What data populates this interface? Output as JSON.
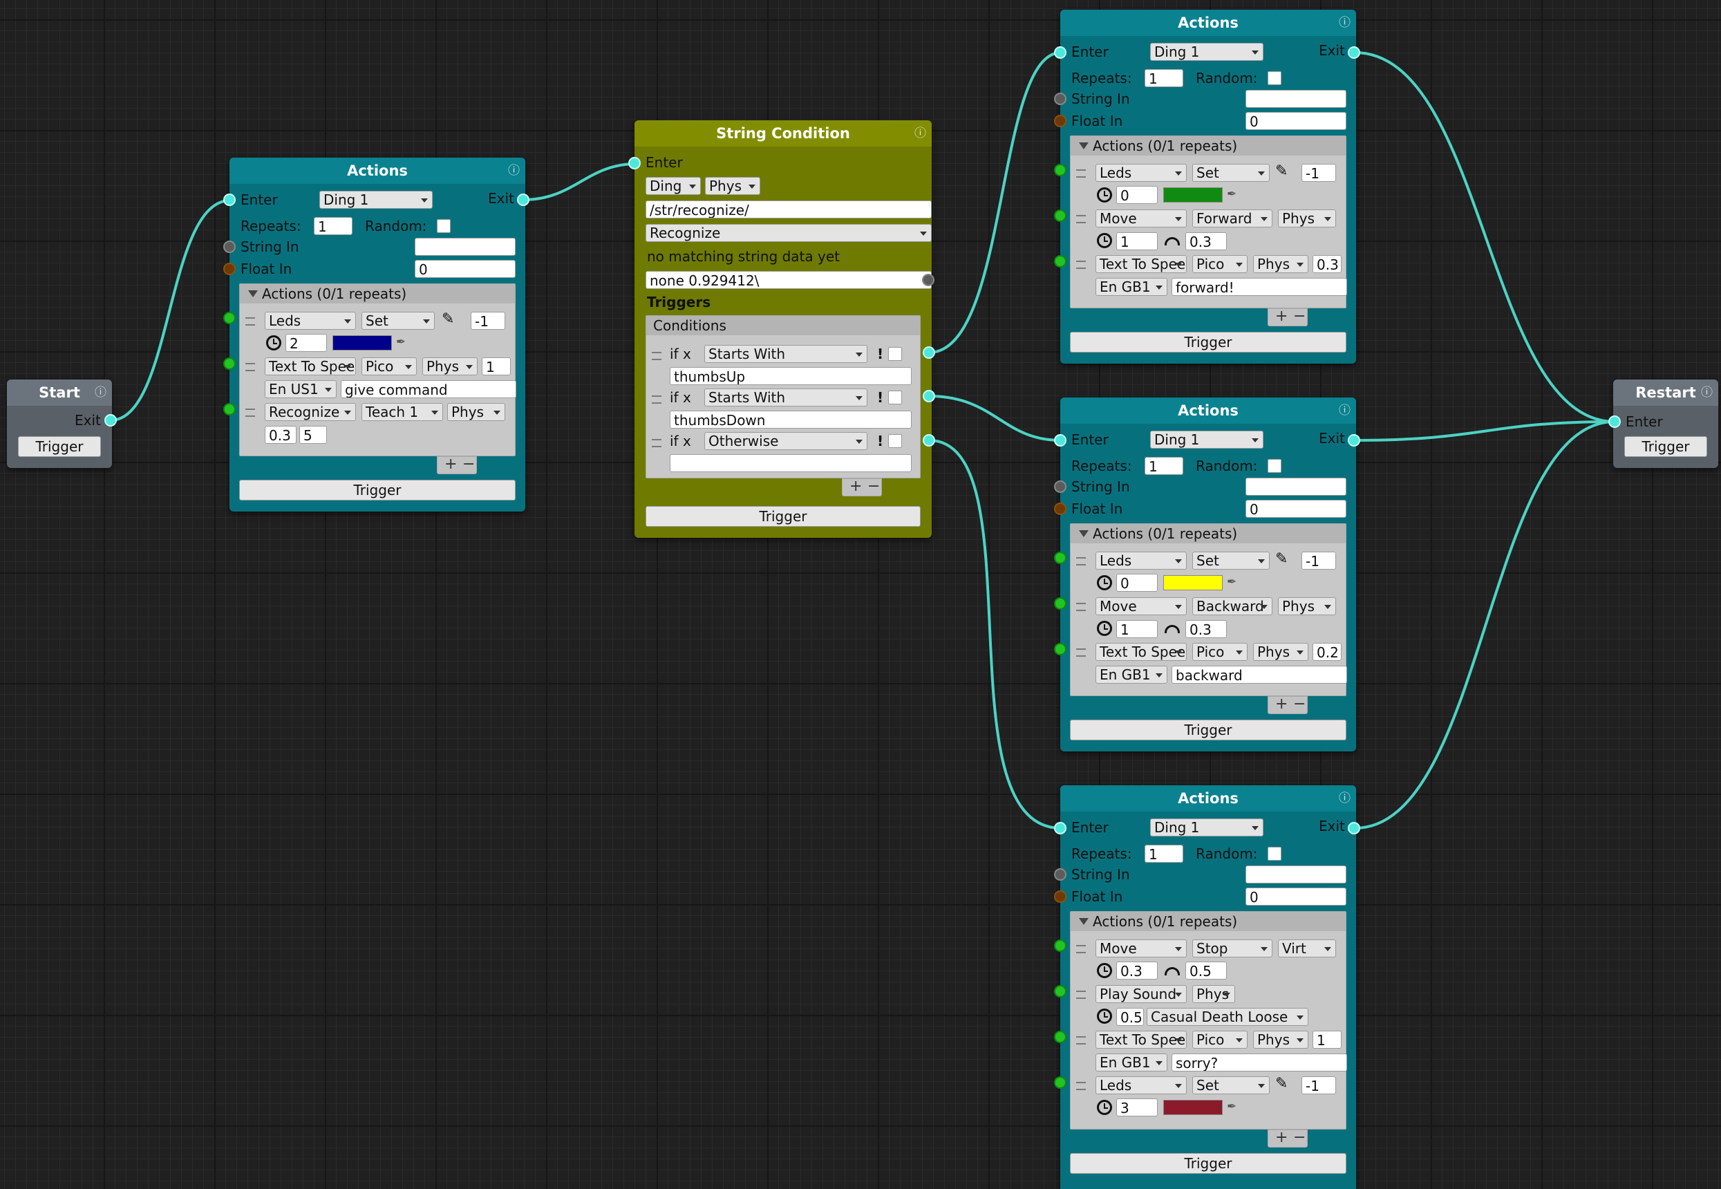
{
  "colors": {
    "flow_port": "#4de8dc",
    "wire": "#4cd3c5",
    "teal_node": "#06717d",
    "olive_node": "#6f7a00",
    "gray_node": "#596068"
  },
  "icons": [
    "info-icon",
    "clock-icon",
    "gauge-icon",
    "eyedropper-icon",
    "color-picker-icon"
  ],
  "start": {
    "title": "Start",
    "exit": "Exit",
    "trigger": "Trigger"
  },
  "restart": {
    "title": "Restart",
    "enter": "Enter",
    "trigger": "Trigger"
  },
  "common": {
    "info": "ⓘ",
    "enter": "Enter",
    "exit": "Exit",
    "repeats": "Repeats:",
    "random": "Random:",
    "string_in": "String In",
    "float_in": "Float In",
    "trigger": "Trigger",
    "plus": "+",
    "minus": "−",
    "eyedropper": "✎",
    "picker": "✒"
  },
  "actions1": {
    "title": "Actions",
    "sound": "Ding 1",
    "repeats": "1",
    "string_in": "",
    "float_in": "0",
    "list_header": "Actions (0/1 repeats)",
    "a1": {
      "type": "Leds",
      "mode": "Set",
      "value": "-1",
      "time": "2",
      "color": "#00008b"
    },
    "a2": {
      "type": "Text To Speech",
      "voice": "Pico",
      "target": "Phys",
      "value": "1",
      "lang": "En US1",
      "text": "give command"
    },
    "a3": {
      "type": "Recognize",
      "model": "Teach 1",
      "target": "Phys",
      "v1": "0.3",
      "v2": "5"
    }
  },
  "cond": {
    "title": "String Condition",
    "enter": "Enter",
    "source": "Ding",
    "target": "Phys",
    "path": "/str/recognize/",
    "mode": "Recognize",
    "status": "no matching string data yet",
    "data": "none 0.929412\\",
    "triggers": "Triggers",
    "conditions": "Conditions",
    "c1": {
      "ifx": "if x",
      "op": "Starts With",
      "bang": "!",
      "value": "thumbsUp"
    },
    "c2": {
      "ifx": "if x",
      "op": "Starts With",
      "bang": "!",
      "value": "thumbsDown"
    },
    "c3": {
      "ifx": "if x",
      "op": "Otherwise",
      "bang": "!",
      "value": ""
    },
    "trigger": "Trigger"
  },
  "actions2": {
    "title": "Actions",
    "sound": "Ding 1",
    "repeats": "1",
    "string_in": "",
    "float_in": "0",
    "list_header": "Actions (0/1 repeats)",
    "a1": {
      "type": "Leds",
      "mode": "Set",
      "value": "-1",
      "time": "0",
      "color": "#118a11"
    },
    "a2": {
      "type": "Move",
      "dir": "Forward",
      "target": "Phys",
      "time": "1",
      "speed": "0.3"
    },
    "a3": {
      "type": "Text To Speech",
      "voice": "Pico",
      "target": "Phys",
      "value": "0.3",
      "lang": "En GB1",
      "text": "forward!"
    }
  },
  "actions3": {
    "title": "Actions",
    "sound": "Ding 1",
    "repeats": "1",
    "string_in": "",
    "float_in": "0",
    "list_header": "Actions (0/1 repeats)",
    "a1": {
      "type": "Leds",
      "mode": "Set",
      "value": "-1",
      "time": "0",
      "color": "#ffff00"
    },
    "a2": {
      "type": "Move",
      "dir": "Backward",
      "target": "Phys",
      "time": "1",
      "speed": "0.3"
    },
    "a3": {
      "type": "Text To Speech",
      "voice": "Pico",
      "target": "Phys",
      "value": "0.2",
      "lang": "En GB1",
      "text": "backward"
    }
  },
  "actions4": {
    "title": "Actions",
    "sound": "Ding 1",
    "repeats": "1",
    "string_in": "",
    "float_in": "0",
    "list_header": "Actions (0/1 repeats)",
    "a1": {
      "type": "Move",
      "dir": "Stop",
      "target": "Virt",
      "time": "0.3",
      "speed": "0.5"
    },
    "a2": {
      "type": "Play Sound",
      "target": "Phys",
      "time": "0.5",
      "clip": "Casual Death Loose"
    },
    "a3": {
      "type": "Text To Speech",
      "voice": "Pico",
      "target": "Phys",
      "value": "1",
      "lang": "En GB1",
      "text": "sorry?"
    },
    "a4": {
      "type": "Leds",
      "mode": "Set",
      "value": "-1",
      "time": "3",
      "color": "#8b1a2a"
    }
  }
}
